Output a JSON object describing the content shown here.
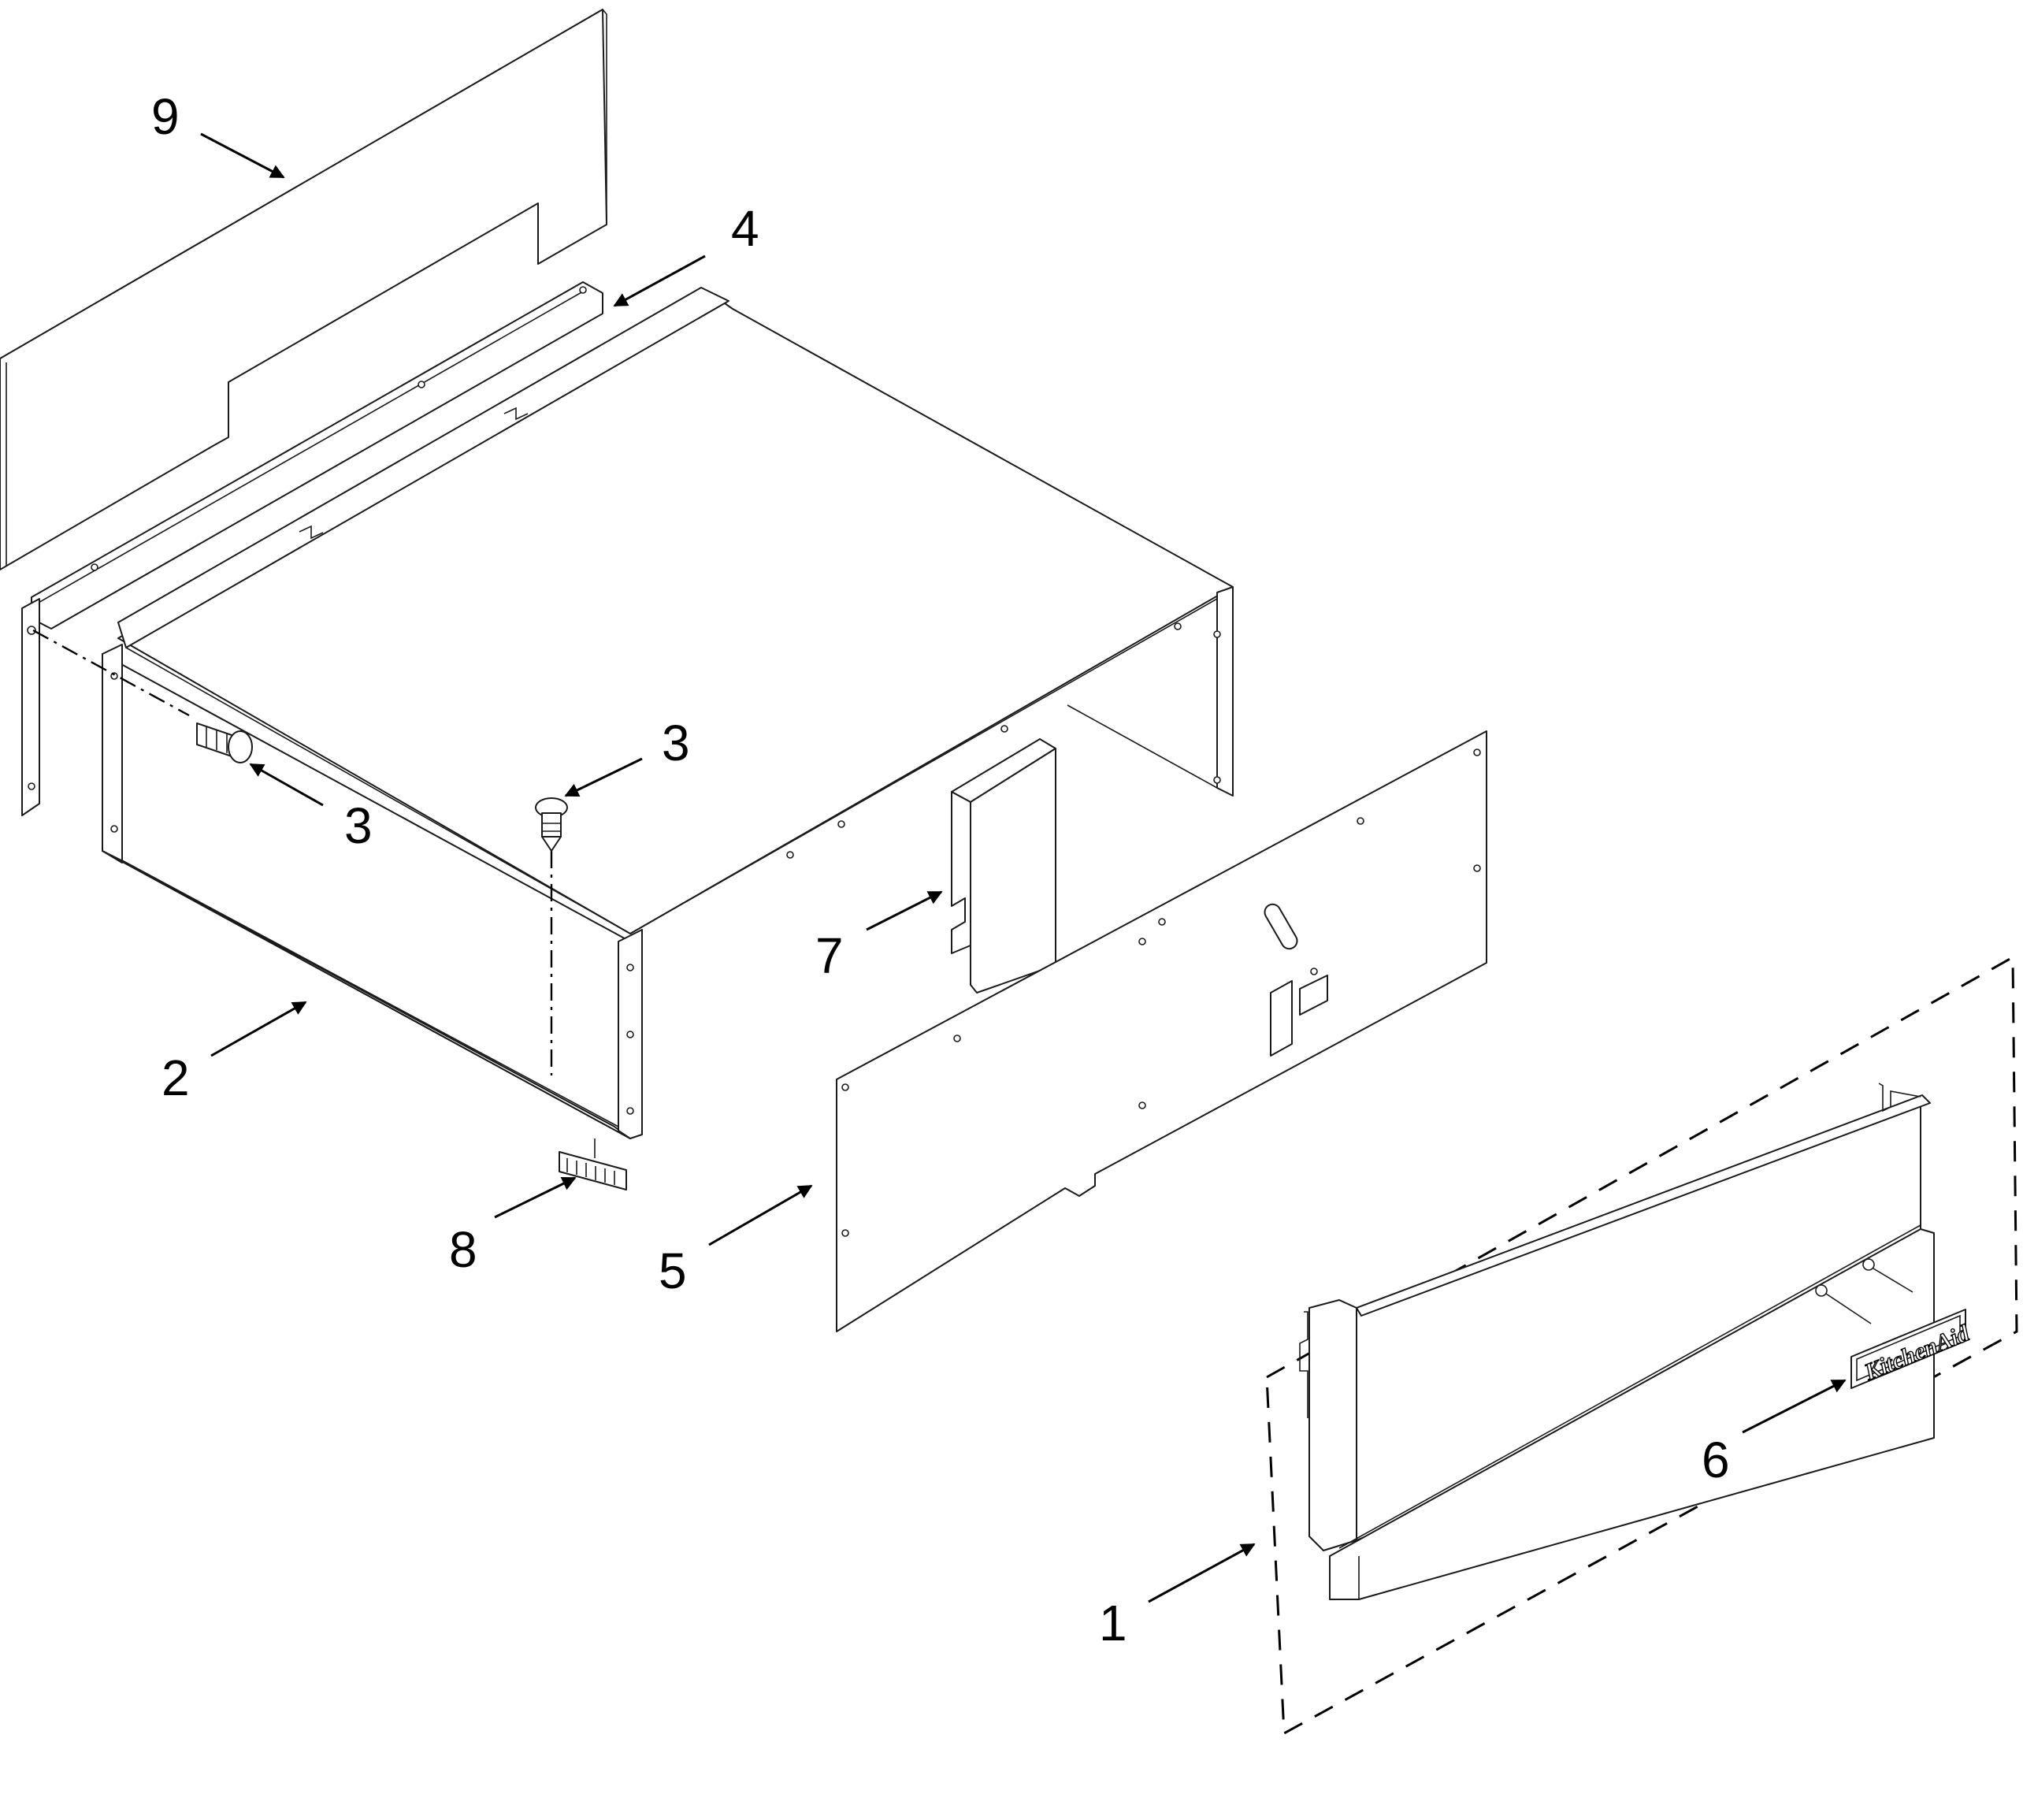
{
  "diagram": {
    "callouts": [
      {
        "id": "c9",
        "label": "9"
      },
      {
        "id": "c4",
        "label": "4"
      },
      {
        "id": "c3a",
        "label": "3"
      },
      {
        "id": "c3b",
        "label": "3"
      },
      {
        "id": "c7",
        "label": "7"
      },
      {
        "id": "c2",
        "label": "2"
      },
      {
        "id": "c8",
        "label": "8"
      },
      {
        "id": "c5",
        "label": "5"
      },
      {
        "id": "c6",
        "label": "6"
      },
      {
        "id": "c1",
        "label": "1"
      }
    ],
    "logo_text": "KitchenAid"
  }
}
